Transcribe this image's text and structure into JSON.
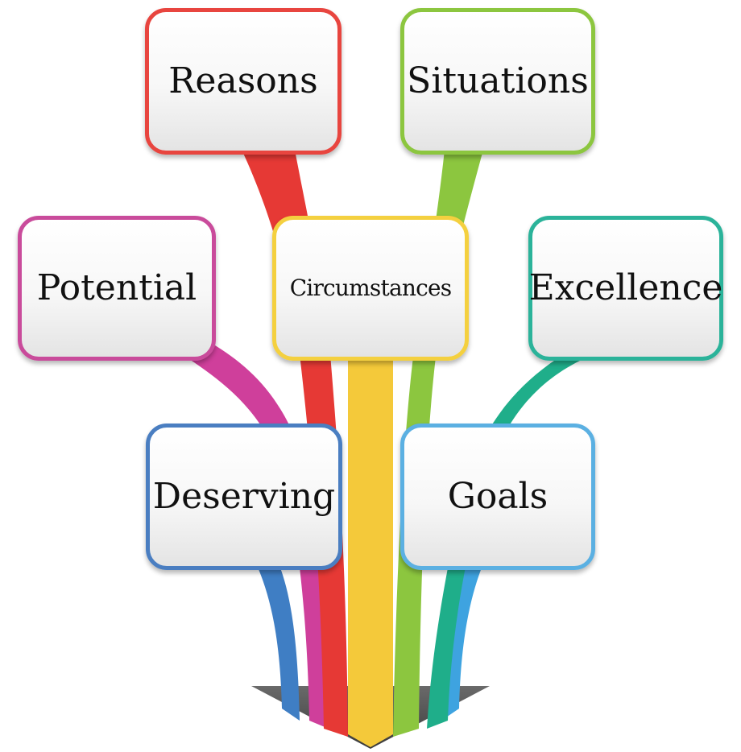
{
  "diagram": {
    "boxes": [
      {
        "key": "reasons",
        "label": "Reasons",
        "color": "#e8453f"
      },
      {
        "key": "situations",
        "label": "Situations",
        "color": "#8cc63f"
      },
      {
        "key": "potential",
        "label": "Potential",
        "color": "#c94b9b"
      },
      {
        "key": "circumstances",
        "label": "Circumstances",
        "color": "#f4d03f"
      },
      {
        "key": "excellence",
        "label": "Excellence",
        "color": "#2bb39a"
      },
      {
        "key": "deserving",
        "label": "Deserving",
        "color": "#4a7ec1"
      },
      {
        "key": "goals",
        "label": "Goals",
        "color": "#5bb0e2"
      }
    ],
    "arrow_color": "#555555"
  }
}
